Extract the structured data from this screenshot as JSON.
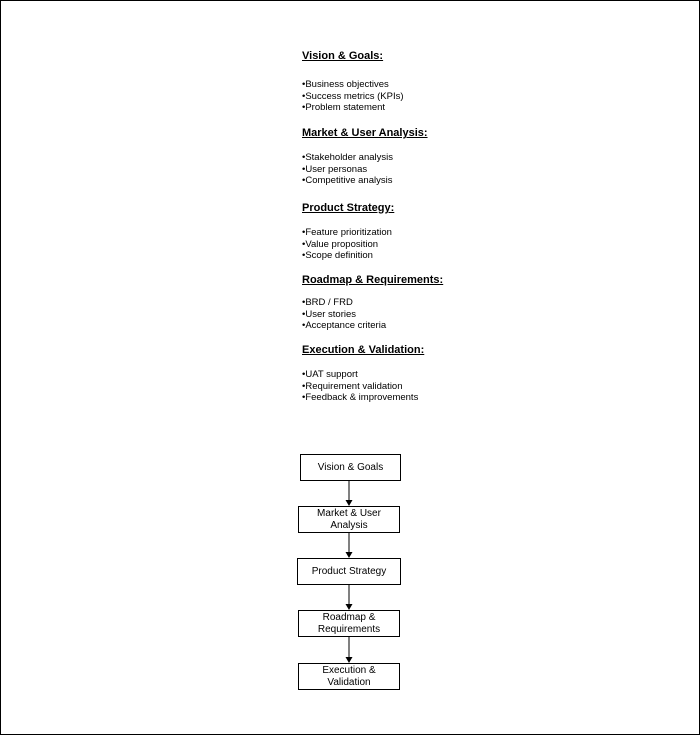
{
  "notes": [
    {
      "heading": "Vision & Goals:",
      "items": [
        "Business objectives",
        "Success metrics (KPIs)",
        "Problem statement"
      ]
    },
    {
      "heading": "Market & User Analysis:",
      "items": [
        "Stakeholder analysis",
        "User personas",
        "Competitive analysis"
      ]
    },
    {
      "heading": "Product Strategy:",
      "items": [
        "Feature prioritization",
        "Value proposition",
        "Scope definition"
      ]
    },
    {
      "heading": "Roadmap & Requirements:",
      "items": [
        "BRD / FRD",
        "User stories",
        "Acceptance criteria"
      ]
    },
    {
      "heading": "Execution & Validation:",
      "items": [
        "UAT support",
        "Requirement validation",
        "Feedback & improvements"
      ]
    }
  ],
  "flow": {
    "steps": [
      "Vision & Goals",
      "Market & User Analysis",
      "Product Strategy",
      "Roadmap & Requirements",
      "Execution & Validation"
    ],
    "connector_color": "#000000"
  }
}
